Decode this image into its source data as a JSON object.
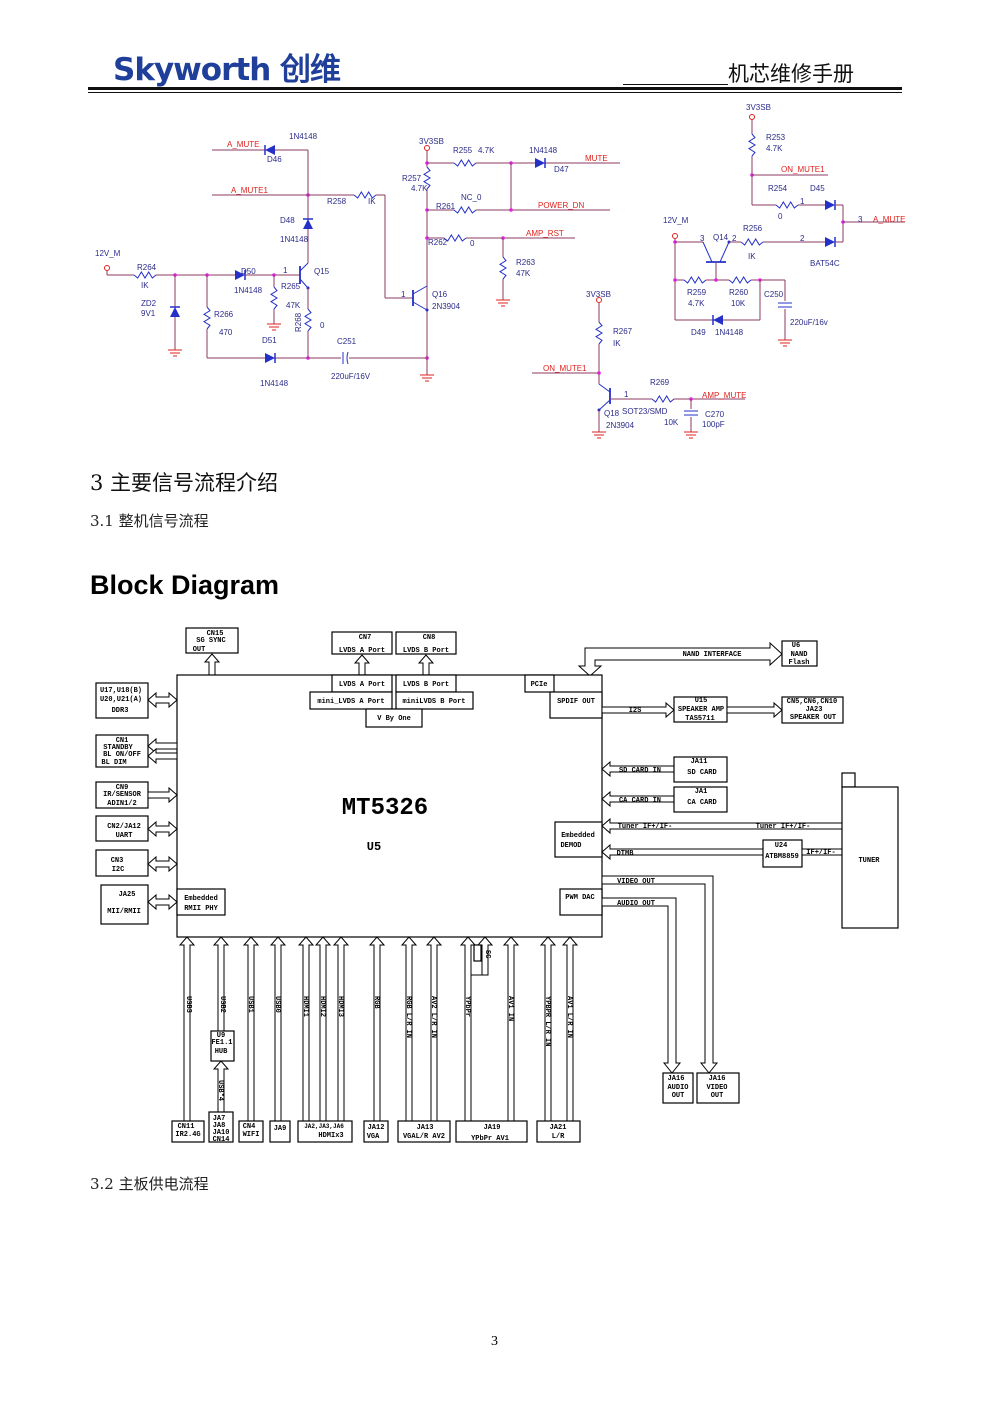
{
  "header": {
    "logo": "Skyworth 创维",
    "title": "机芯维修手册"
  },
  "schematic": {
    "d46_part": "1N4148",
    "a_mute": "A_MUTE",
    "d46": "D46",
    "a_mute1": "A_MUTE1",
    "r258": "R258",
    "r258_v": "IK",
    "d48": "D48",
    "d48_part": "1N4148",
    "v12m": "12V_M",
    "r264": "R264",
    "r264_v": "IK",
    "zd2": "ZD2",
    "zd2_v": "9V1",
    "d50": "D50",
    "d50_part": "1N4148",
    "q15": "Q15",
    "r265": "R265",
    "r265_v": "47K",
    "r266": "R266",
    "r266_v": "470",
    "r268": "R268",
    "r268_v": "0",
    "d51": "D51",
    "d51_part": "1N4148",
    "c251": "C251",
    "c251_v": "220uF/16V",
    "v3sb_a": "3V3SB",
    "r255": "R255",
    "r255_v": "4.7K",
    "d47_part": "1N4148",
    "d47": "D47",
    "mute": "MUTE",
    "r257": "R257",
    "r257_v": "4.7K",
    "r261": "R261",
    "r261_v": "NC_0",
    "power_dn": "POWER_DN",
    "r262": "R262",
    "r262_v": "0",
    "amp_rst": "AMP_RST",
    "r263": "R263",
    "r263_v": "47K",
    "q16": "Q16",
    "q16_part": "2N3904",
    "v3sb_b": "3V3SB",
    "r267": "R267",
    "r267_v": "IK",
    "on_mute1_b": "ON_MUTE1",
    "r269": "R269",
    "q18": "Q18",
    "q18_pkg": "SOT23/SMD",
    "r269_v": "10K",
    "q18_part": "2N3904",
    "amp_mute": "AMP_MUTE",
    "c270": "C270",
    "c270_v": "100pF",
    "v3sb_c": "3V3SB",
    "r253": "R253",
    "r253_v": "4.7K",
    "on_mute1": "ON_MUTE1",
    "r254": "R254",
    "r254_v": "0",
    "d45": "D45",
    "a_mute_r": "A_MUTE",
    "v12m_r": "12V_M",
    "q14": "Q14",
    "r256": "R256",
    "r256_v": "IK",
    "bat54c": "BAT54C",
    "r259": "R259",
    "r259_v": "4.7K",
    "r260": "R260",
    "r260_v": "10K",
    "c250": "C250",
    "c250_v": "220uF/16v",
    "d49": "D49",
    "d49_part": "1N4148",
    "pins": [
      "1",
      "2",
      "3"
    ]
  },
  "sections": {
    "s3": "3  主要信号流程介绍",
    "s31": "3.1 整机信号流程",
    "block_title": "Block Diagram",
    "s32": "3.2 主板供电流程"
  },
  "block": {
    "chip": "MT5326",
    "chip_ref": "U5",
    "cn15": [
      "CN15",
      "SG SYNC",
      "OUT"
    ],
    "cn7": [
      "CN7",
      "LVDS A Port"
    ],
    "cn8": [
      "CN8",
      "LVDS B Port"
    ],
    "lvds_a": "LVDS A Port",
    "lvds_b": "LVDS B Port",
    "mini_a": "mini_LVDS A Port",
    "mini_b": "miniLVDS B Port",
    "vbyone": "V By One",
    "pcie": "PCIe",
    "spdif": "SPDIF OUT",
    "ddr3": [
      "U17,U18(B)",
      "U20,U21(A)",
      "DDR3"
    ],
    "cn1": [
      "CN1",
      "STANDBY",
      "BL ON/OFF",
      "BL DIM"
    ],
    "cn9": [
      "CN9",
      "IR/SENSOR",
      "ADIN1/2"
    ],
    "cn2": [
      "CN2/JA12",
      "UART"
    ],
    "cn3": [
      "CN3",
      "I2C"
    ],
    "ja25": [
      "JA25",
      "MII/RMII"
    ],
    "rmii": [
      "Embedded",
      "RMII PHY"
    ],
    "demod": [
      "Embedded",
      "DEMOD"
    ],
    "pwm": "PWM DAC",
    "nand_if": "NAND INTERFACE",
    "u6": [
      "U6",
      "NAND",
      "Flash"
    ],
    "i2s": "I2S",
    "u15": [
      "U15",
      "SPEAKER AMP",
      "TAS5711"
    ],
    "cn5": [
      "CN5,CN6,CN10",
      "JA23",
      "SPEAKER OUT"
    ],
    "sd_in": "SD   CARD   IN",
    "ja11": [
      "JA11",
      "SD CARD"
    ],
    "ca_in": "CA   CARD   IN",
    "ja1": [
      "JA1",
      "CA CARD"
    ],
    "tuner_if": "Tuner IF+/IF-",
    "tuner_if2": "Tuner IF+/IF-",
    "dtmb": "DTMB",
    "u24": [
      "U24",
      "ATBM8859"
    ],
    "if_pm": "IF+/IF-",
    "tuner": "TUNER",
    "video_out": "VIDEO OUT",
    "audio_out": "AUDIO OUT",
    "ja16a": [
      "JA16",
      "AUDIO",
      "OUT"
    ],
    "ja16v": [
      "JA16",
      "VIDEO",
      "OUT"
    ],
    "signals": [
      "USB3",
      "USB2",
      "USB1",
      "USB0",
      "HDMI1",
      "HDMI2",
      "HDMI3",
      "RGB",
      "RGB L/R IN",
      "AV2 L/R IN",
      "YPbPr",
      "SC",
      "AV1 IN",
      "YPBPR L/R IN",
      "AV1 L/R IN",
      "USB*4"
    ],
    "u9": [
      "U9",
      "FE1.1",
      "HUB"
    ],
    "cn11": [
      "CN11",
      "IR2.4G"
    ],
    "ja7": [
      "JA7",
      "JA8",
      "JA10",
      "CN14"
    ],
    "cn4": [
      "CN4",
      "WIFI"
    ],
    "ja9": "JA9",
    "hdmi": [
      "JA2,JA3,JA6",
      "HDMIx3"
    ],
    "ja12": [
      "JA12",
      "VGA"
    ],
    "ja13": [
      "JA13",
      "VGAL/R  AV2"
    ],
    "ja19": [
      "JA19",
      "YPbPr  AV1"
    ],
    "ja21": [
      "JA21",
      "L/R"
    ]
  },
  "footer": {
    "page": "3"
  }
}
